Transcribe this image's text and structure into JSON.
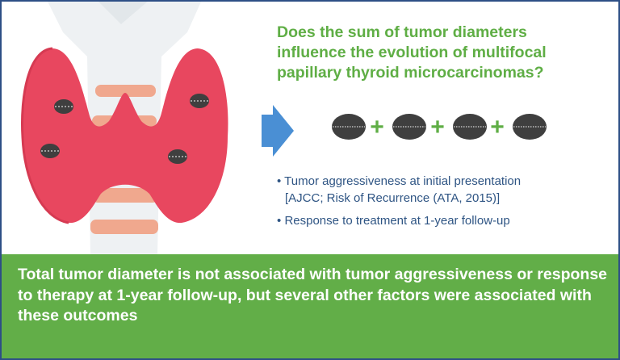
{
  "question": "Does the sum of tumor diameters influence the evolution of multifocal papillary thyroid microcarcinomas?",
  "outcomes": [
    {
      "line1": "Tumor aggressiveness at initial presentation",
      "line2": "[AJCC; Risk of Recurrence  (ATA, 2015)]"
    },
    {
      "line1": "Response to treatment at 1-year follow-up"
    }
  ],
  "bullet": "•",
  "plus": "+",
  "conclusion": "Total tumor diameter is not associated with tumor aggressiveness or response to therapy at 1-year follow-up, but several other factors were associated with these outcomes",
  "colors": {
    "green": "#62ae48",
    "blue": "#2f5584",
    "arrow": "#4a8fd4",
    "thyroid": "#e8475f",
    "tumor": "#3f3f3f",
    "frame": "#2d4f86"
  }
}
